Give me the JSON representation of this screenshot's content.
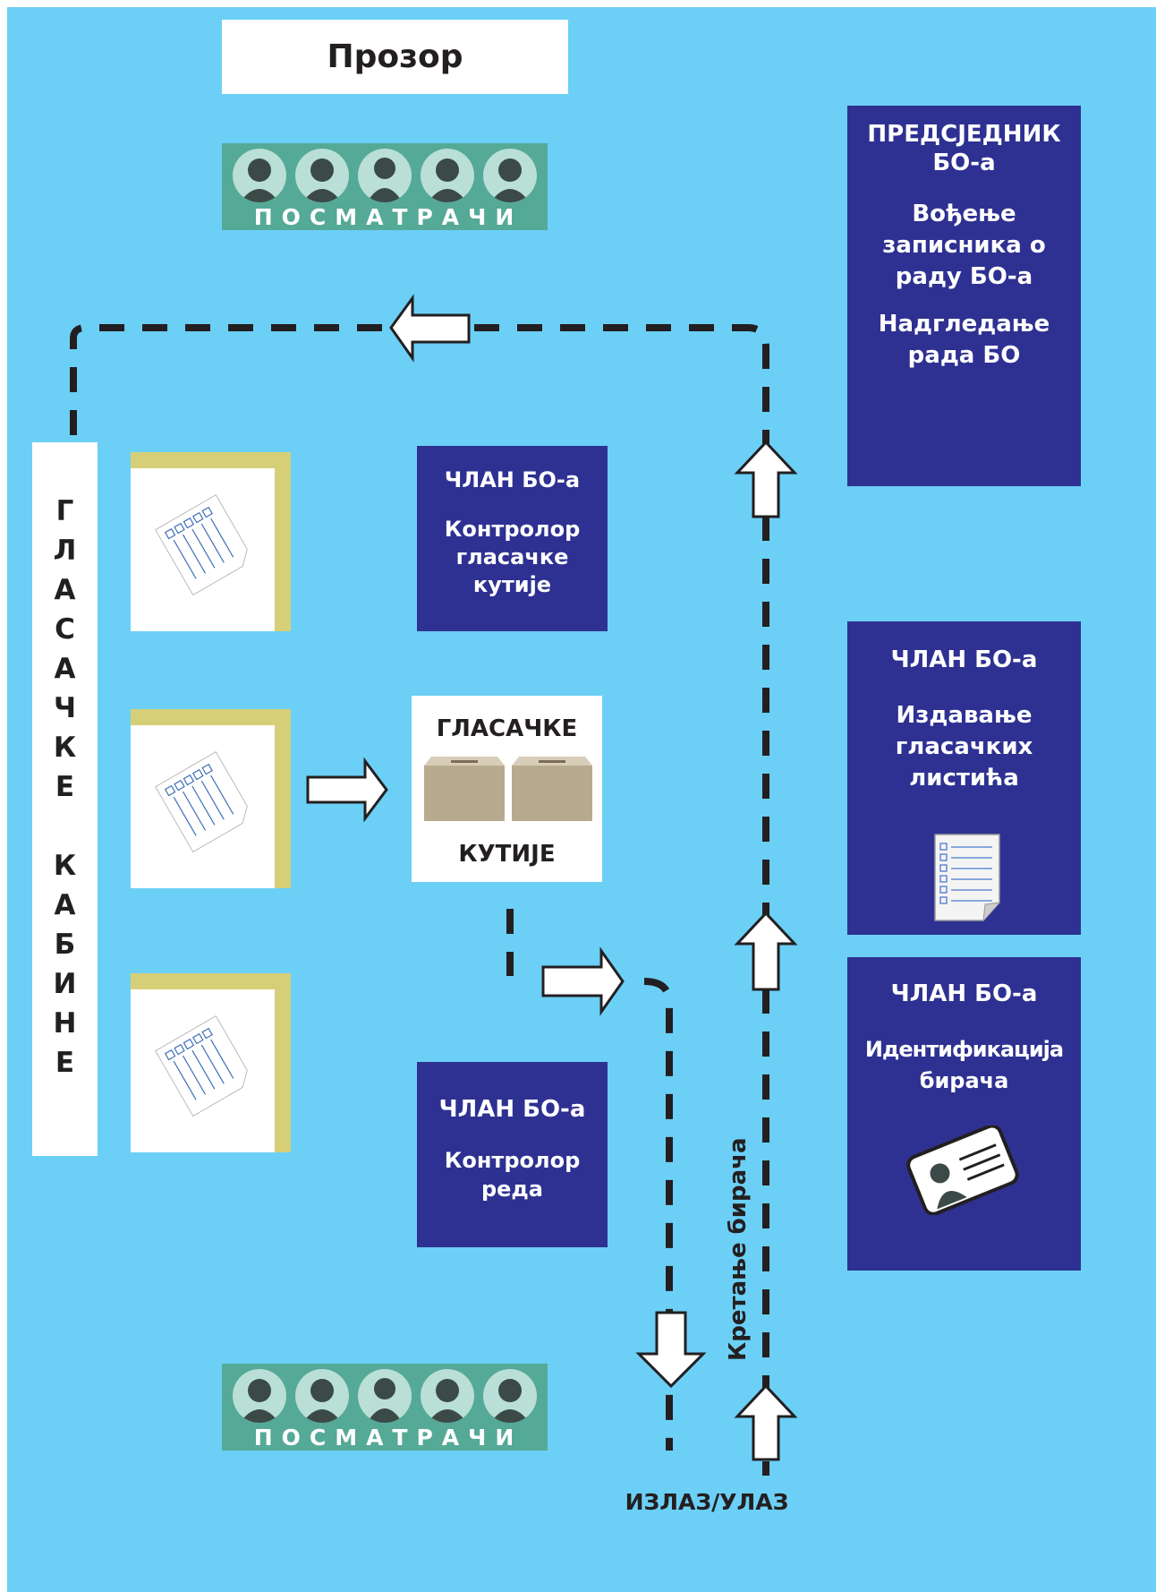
{
  "window": {
    "label": "Прозор"
  },
  "observers": {
    "label": "ПОСМАТРАЧИ"
  },
  "president": {
    "title_line1": "ПРЕДСЈЕДНИК",
    "title_line2": "БО-а",
    "task1_line1": "Вођење",
    "task1_line2": "записника о",
    "task1_line3": "раду БО-а",
    "task2_line1": "Надгледање",
    "task2_line2": "рада БО"
  },
  "member_box_controller": {
    "title": "ЧЛАН БО-а",
    "line1": "Контролор",
    "line2": "гласачке",
    "line3": "кутије"
  },
  "member_ballots": {
    "title": "ЧЛАН БО-а",
    "line1": "Издавање",
    "line2": "гласачких",
    "line3": "листића"
  },
  "member_identification": {
    "title": "ЧЛАН БО-а",
    "line1": "Идентификација",
    "line2": "бирача"
  },
  "member_order": {
    "title": "ЧЛАН БО-а",
    "line1": "Контролор",
    "line2": "реда"
  },
  "booths": {
    "letters": [
      "Г",
      "Л",
      "А",
      "С",
      "А",
      "Ч",
      "К",
      "Е",
      "",
      "К",
      "А",
      "Б",
      "И",
      "Н",
      "Е"
    ]
  },
  "ballot_boxes": {
    "top": "ГЛАСАЧКЕ",
    "bottom": "КУТИЈЕ"
  },
  "voter_movement": "Кретање бирача",
  "exit_entrance": "ИЗЛАЗ/УЛАЗ",
  "colors": {
    "background": "#6ccff6",
    "committee": "#2e3192",
    "observers": "#55a997",
    "booth_frame": "#d7cf78"
  }
}
